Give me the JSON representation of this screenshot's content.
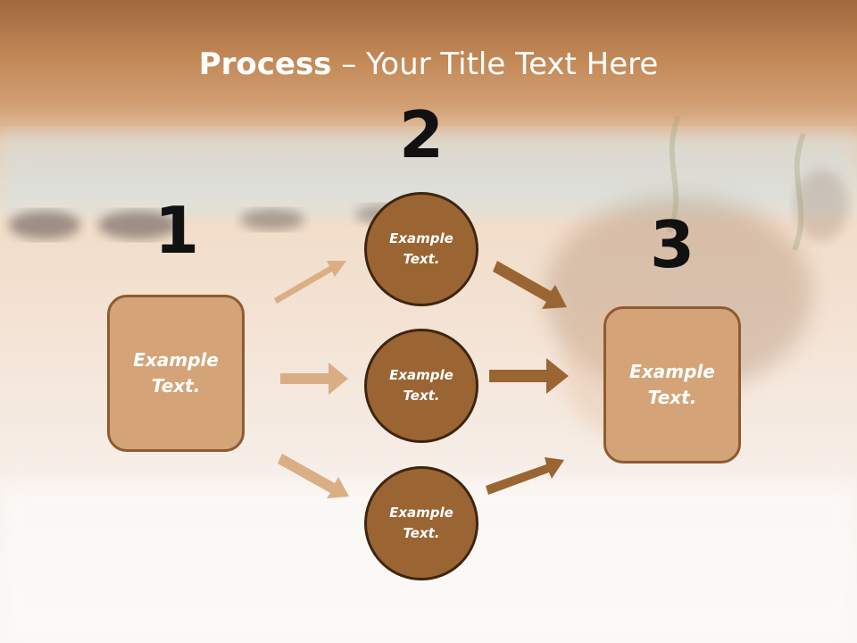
{
  "title": {
    "bold": "Process",
    "rest": " – Your Title Text Here"
  },
  "steps": [
    {
      "number": "1",
      "label_line1": "Example",
      "label_line2": "Text."
    },
    {
      "number": "2",
      "label_line1": "Example",
      "label_line2": "Text."
    },
    {
      "number": "3",
      "label_line1": "Example",
      "label_line2": "Text."
    }
  ],
  "circles": [
    {
      "label_line1": "Example",
      "label_line2": "Text."
    },
    {
      "label_line1": "Example",
      "label_line2": "Text."
    },
    {
      "label_line1": "Example",
      "label_line2": "Text."
    }
  ],
  "colors": {
    "header_brown": "#a0683e",
    "box_fill": "#d4a478",
    "circle_fill": "#9a6533",
    "left_arrow": "#d9ab80",
    "right_arrow": "#9a6533"
  }
}
